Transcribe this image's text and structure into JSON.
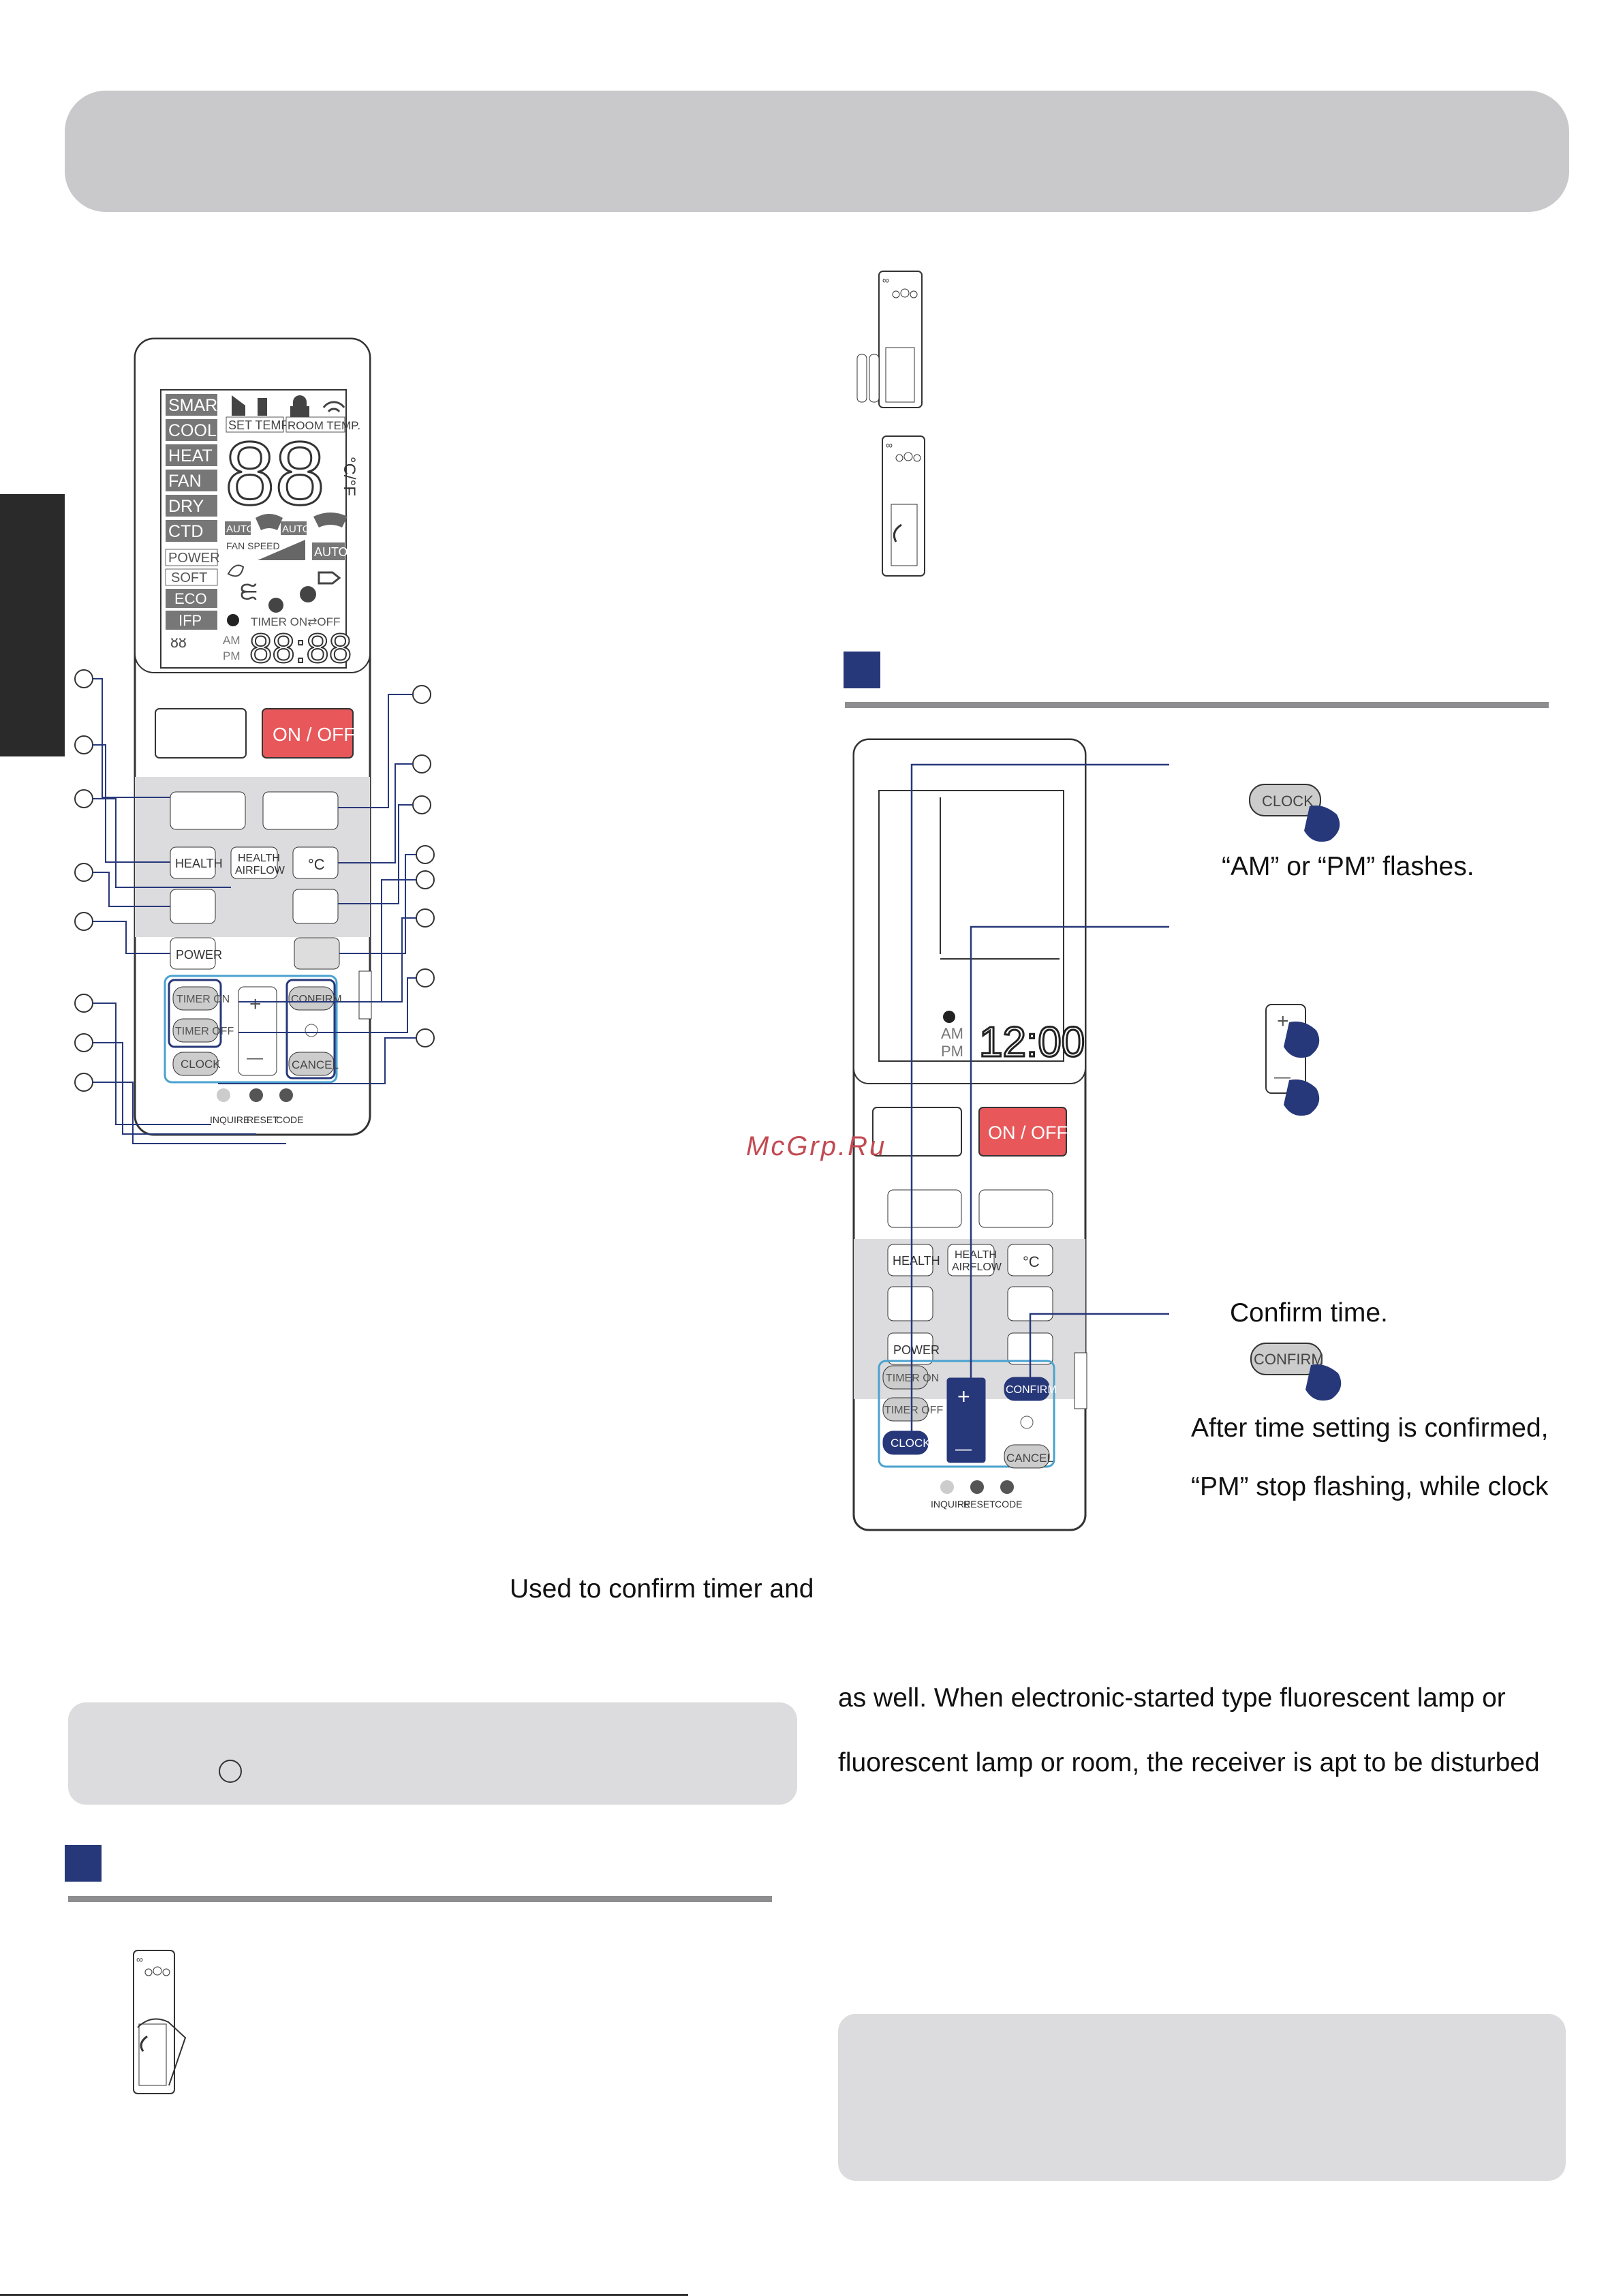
{
  "remote_left": {
    "display": {
      "modes": [
        "SMART",
        "COOL",
        "HEAT",
        "FAN",
        "DRY",
        "CTD",
        "POWER",
        "SOFT",
        "ECO",
        "IFP"
      ],
      "set_temp": "SET TEMP.",
      "room_temp": "ROOM TEMP.",
      "digits": "88",
      "unit": "°C/°F",
      "auto1": "AUTO",
      "auto2": "AUTO",
      "auto3": "AUTO",
      "fan_speed": "FAN SPEED",
      "timer_on_off": "TIMER ON⇄OFF",
      "am": "AM",
      "pm": "PM",
      "clock_digits": "88:88"
    },
    "buttons": {
      "on_off": "ON / OFF",
      "health": "HEALTH",
      "health_airflow_1": "HEALTH",
      "health_airflow_2": "AIRFLOW",
      "celsius": "°C",
      "power": "POWER",
      "timer_on": "TIMER ON",
      "timer_off": "TIMER OFF",
      "clock": "CLOCK",
      "confirm": "CONFIRM",
      "cancel": "CANCEL",
      "plus": "+",
      "minus": "—",
      "inquire": "INQUIRE",
      "reset": "RESET",
      "code": "CODE"
    }
  },
  "remote_right": {
    "clock_display": "12:00",
    "am": "AM",
    "pm": "PM",
    "buttons": {
      "on_off": "ON / OFF",
      "health": "HEALTH",
      "health_airflow_1": "HEALTH",
      "health_airflow_2": "AIRFLOW",
      "celsius": "°C",
      "power": "POWER",
      "timer_on": "TIMER ON",
      "timer_off": "TIMER OFF",
      "clock": "CLOCK",
      "confirm": "CONFIRM",
      "cancel": "CANCEL",
      "plus": "+",
      "minus": "—",
      "inquire": "INQUIRE",
      "reset": "RESET",
      "code": "CODE"
    }
  },
  "steps": {
    "clock_button": "CLOCK",
    "step1_text": "“AM” or “PM” flashes.",
    "plus": "+",
    "minus": "—",
    "step3_text": "Confirm time.",
    "confirm_button": "CONFIRM",
    "after_line1": "After time setting is confirmed,",
    "after_line2": "“PM” stop flashing, while clock"
  },
  "body_text": {
    "confirm_desc": "Used to confirm timer and",
    "right_para_line1": "as well. When electronic-started type fluorescent lamp or",
    "right_para_line2": "fluorescent lamp or room, the receiver is apt to be disturbed"
  },
  "watermark": "McGrp.Ru",
  "colors": {
    "header": "#c9c9cb",
    "accent_blue": "#27387a",
    "on_off_red": "#e8585a",
    "panel_gray": "#dcdcde"
  }
}
